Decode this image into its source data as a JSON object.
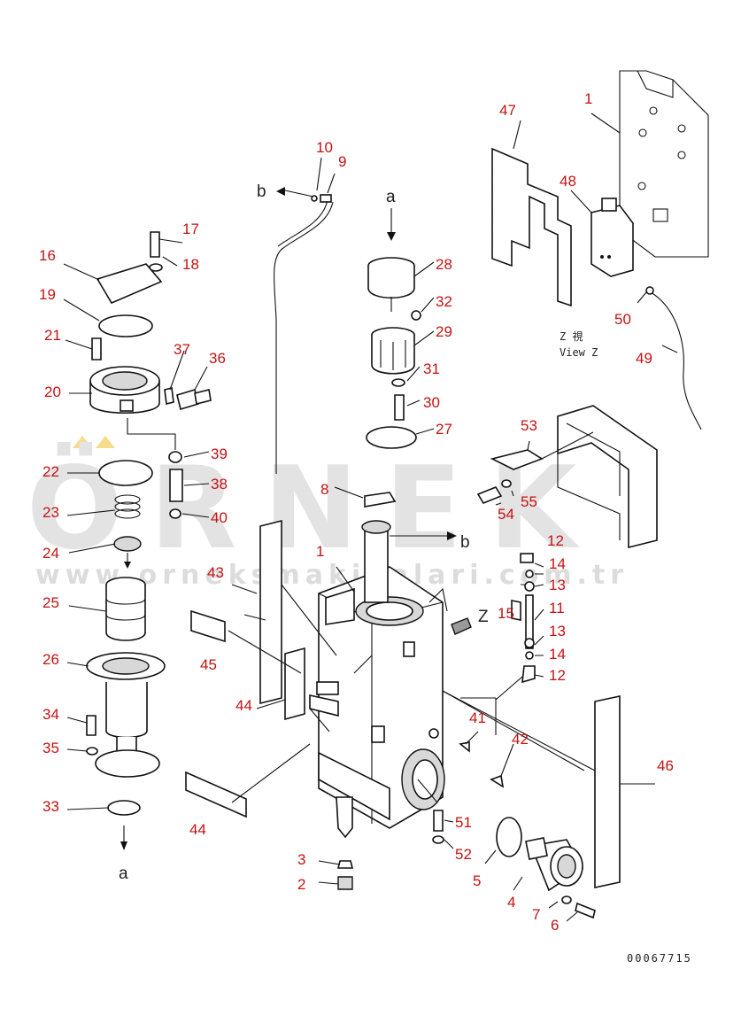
{
  "watermark": {
    "brand": "ÖRNEK",
    "url": "www.orneksmakinalari.com.tr"
  },
  "diagram_code": "00067715",
  "view_label": {
    "symbol": "Z 視",
    "text": "View Z"
  },
  "arrow_labels": {
    "b_top": "b",
    "a_top": "a",
    "b_tank": "b",
    "a_bottom": "a",
    "z_arrow": "Z"
  },
  "callouts": [
    "1",
    "1",
    "2",
    "3",
    "4",
    "5",
    "6",
    "7",
    "8",
    "9",
    "10",
    "11",
    "12",
    "12",
    "13",
    "13",
    "14",
    "14",
    "15",
    "16",
    "17",
    "18",
    "19",
    "20",
    "21",
    "22",
    "23",
    "24",
    "25",
    "26",
    "27",
    "28",
    "29",
    "30",
    "31",
    "32",
    "33",
    "34",
    "35",
    "36",
    "37",
    "38",
    "39",
    "40",
    "41",
    "42",
    "43",
    "44",
    "44",
    "45",
    "46",
    "47",
    "48",
    "49",
    "50",
    "51",
    "52",
    "53",
    "54",
    "55"
  ],
  "colors": {
    "callout": "#c41212",
    "line": "#111111",
    "watermark": "#e3e3e3",
    "watermark_accent": "#f6dc8a"
  }
}
